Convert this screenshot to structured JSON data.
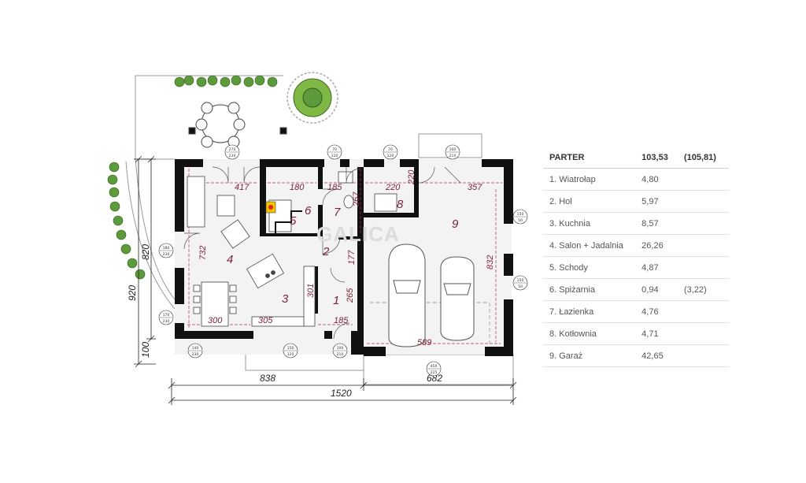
{
  "area_table": {
    "header": {
      "label": "PARTER",
      "area": "103,53",
      "area_total": "(105,81)"
    },
    "rows": [
      {
        "name": "1. Wiatrołap",
        "area": "4,80",
        "extra": ""
      },
      {
        "name": "2. Hol",
        "area": "5,97",
        "extra": ""
      },
      {
        "name": "3. Kuchnia",
        "area": "8,57",
        "extra": ""
      },
      {
        "name": "4. Salon + Jadalnia",
        "area": "26,26",
        "extra": ""
      },
      {
        "name": "5. Schody",
        "area": "4,87",
        "extra": ""
      },
      {
        "name": "6. Spiżarnia",
        "area": "0,94",
        "extra": "(3,22)"
      },
      {
        "name": "7. Łazienka",
        "area": "4,76",
        "extra": ""
      },
      {
        "name": "8. Kotłownia",
        "area": "4,71",
        "extra": ""
      },
      {
        "name": "9. Garaż",
        "area": "42,65",
        "extra": ""
      }
    ]
  },
  "plan": {
    "room_numbers": {
      "r1": "1",
      "r2": "2",
      "r3": "3",
      "r4": "4",
      "r5": "5",
      "r6": "6",
      "r7": "7",
      "r8": "8",
      "r9": "9"
    },
    "inner_dims": {
      "d417": "417",
      "d180": "180",
      "d185a": "185",
      "d220a": "220",
      "d220b": "220",
      "d357": "357",
      "d267": "267",
      "d732": "732",
      "d832": "832",
      "d301": "301",
      "d300": "300",
      "d305": "305",
      "d185b": "185",
      "d265": "265",
      "d589": "589",
      "d177": "177"
    },
    "outer_dims": {
      "d838": "838",
      "d682": "682",
      "d1520": "1520",
      "d920": "920",
      "d820": "820",
      "d100": "100"
    },
    "door_window_labels": {
      "w_terrace": [
        "270",
        "230"
      ],
      "w_bath": [
        "70",
        "120"
      ],
      "w_boiler": [
        "70",
        "120"
      ],
      "w_garage_top": [
        "100",
        "210"
      ],
      "w_left": [
        "180",
        "230"
      ],
      "w_left_low": [
        "170",
        "230"
      ],
      "w_bottom1": [
        "140",
        "230"
      ],
      "w_kitchen": [
        "150",
        "120"
      ],
      "w_entry": [
        "100",
        "210"
      ],
      "w_gate": [
        "450",
        "225"
      ],
      "w_garage_r1": [
        "150",
        "50"
      ],
      "w_garage_r2": [
        "150",
        "50"
      ]
    }
  }
}
